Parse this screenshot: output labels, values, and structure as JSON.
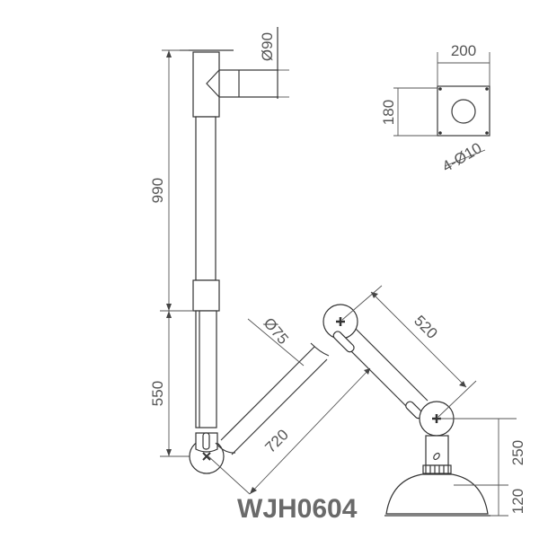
{
  "drawing": {
    "model": "WJH0604",
    "dimensions": {
      "pipe_diameter_top": "Ø90",
      "upper_pipe_length": "990",
      "lower_pipe_length": "550",
      "arm_diameter": "Ø75",
      "arm1_length": "720",
      "arm2_length": "520",
      "hood_neck_height": "250",
      "hood_height": "120"
    },
    "mount_plate": {
      "width": "200",
      "height": "180",
      "holes": "4-Ø10"
    }
  }
}
